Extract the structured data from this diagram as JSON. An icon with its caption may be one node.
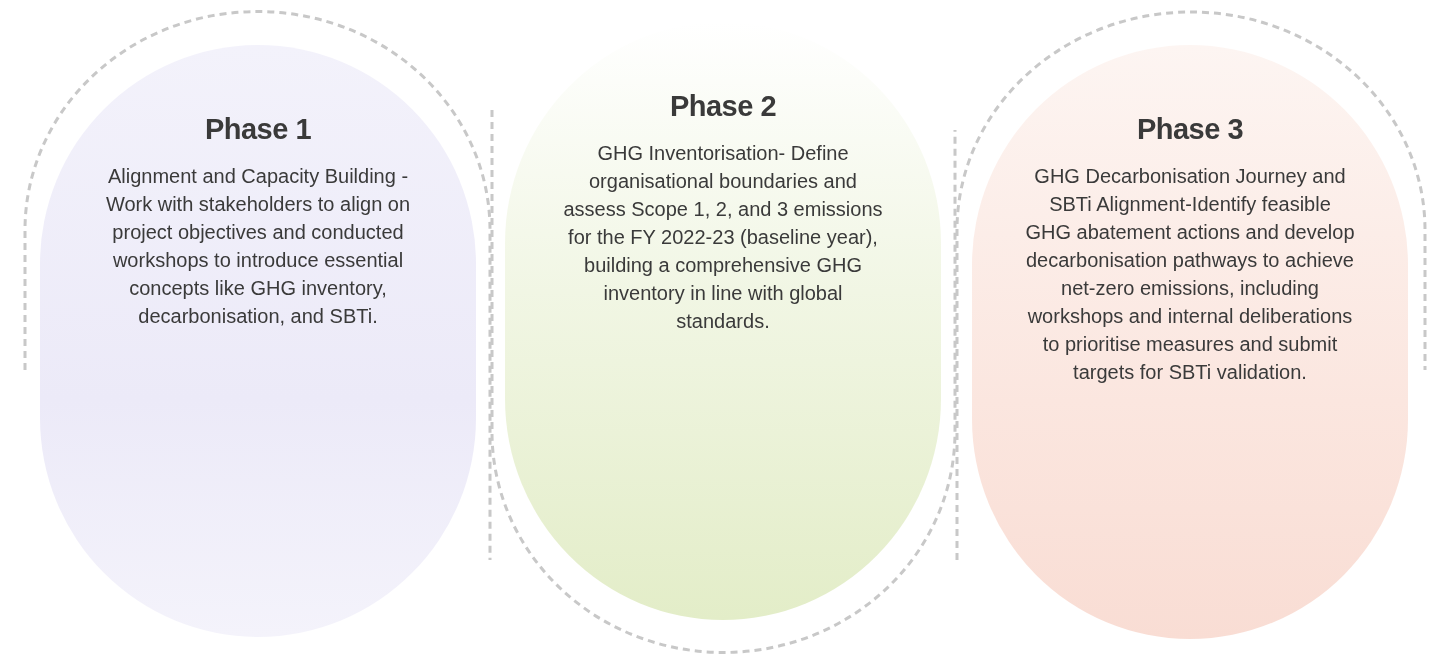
{
  "diagram": {
    "nodes": [
      {
        "text": [
          "Phase 1",
          "Alignment and Capacity Building -Work with stakeholders to align on project objectives and conducted workshops to introduce essential concepts like GHG inventory, decarbonisation, and SBTi."
        ]
      },
      {
        "text": [
          "Phase 2",
          "GHG Inventorisation- Define organisational boundaries and assess Scope 1, 2, and 3 emissions for the FY 2022-23 (baseline year), building a comprehensive GHG inventory in line with global standards."
        ]
      },
      {
        "text": [
          "Phase 3",
          "GHG Decarbonisation Journey and SBTi Alignment-Identify feasible GHG abatement actions and develop decarbonisation pathways to achieve net-zero emissions, including workshops and internal deliberations to prioritise measures and submit targets for SBTi validation."
        ]
      }
    ]
  }
}
